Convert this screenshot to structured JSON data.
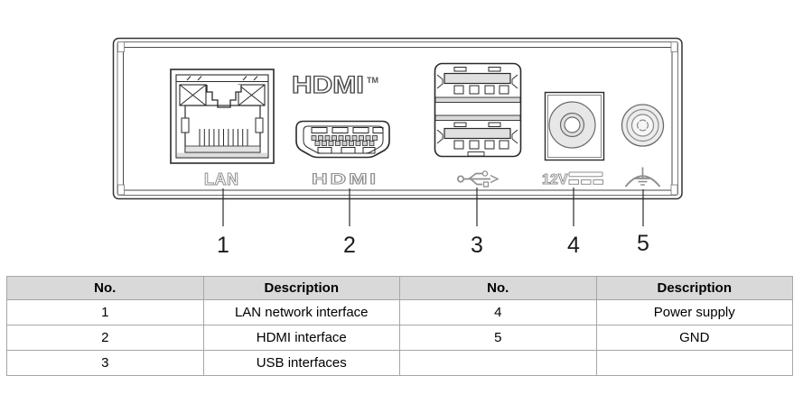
{
  "diagram": {
    "panel_labels": {
      "lan": "LAN",
      "hdmi_logo": "HDMI",
      "hdmi_tm": "TM",
      "hdmi_port": "HDMI",
      "power": "12V"
    },
    "callouts": [
      "1",
      "2",
      "3",
      "4",
      "5"
    ],
    "icons": {
      "usb": "usb-trident-icon",
      "power": "dc-voltage-icon",
      "gnd": "ground-icon"
    },
    "colors": {
      "line_art": "#2b2b2b",
      "engraved_label": "#8f8f8f",
      "shaded_fill": "#e7e7e7"
    }
  },
  "table": {
    "headers": [
      "No.",
      "Description",
      "No.",
      "Description"
    ],
    "rows": [
      [
        "1",
        "LAN network interface",
        "4",
        "Power supply"
      ],
      [
        "2",
        "HDMI interface",
        "5",
        "GND"
      ],
      [
        "3",
        "USB interfaces",
        "",
        ""
      ]
    ],
    "colors": {
      "header_bg": "#d9d9d9",
      "border": "#a6a6a6"
    }
  }
}
